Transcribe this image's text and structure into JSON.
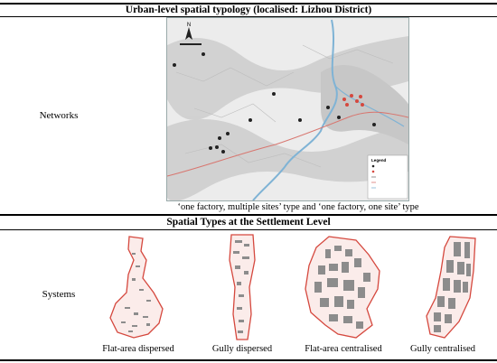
{
  "sections": {
    "urban": {
      "title": "Urban-level spatial typology (localised: Lizhou District)",
      "row_label": "Networks",
      "caption": "‘one factory, multiple sites’ type and ‘one factory, one site’ type"
    },
    "settlement": {
      "title": "Spatial Types at the Settlement Level",
      "row_label": "Systems",
      "panels": [
        {
          "label": "Flat-area dispersed"
        },
        {
          "label": "Gully dispersed"
        },
        {
          "label": "Flat-area centralised"
        },
        {
          "label": "Gully centralised"
        }
      ]
    }
  },
  "map": {
    "compass": "N",
    "legend_title": "Legend",
    "legend_items": [
      "Third Front factories",
      "Settlements",
      "Railways",
      "Highways",
      "Rivers"
    ]
  },
  "colors": {
    "map_bg": "#e9e9e9",
    "terrain": "#cfcfcf",
    "river": "#7fb3d5",
    "road": "#d8766f",
    "outline": "#d5483e",
    "building": "#8c8c8c"
  }
}
